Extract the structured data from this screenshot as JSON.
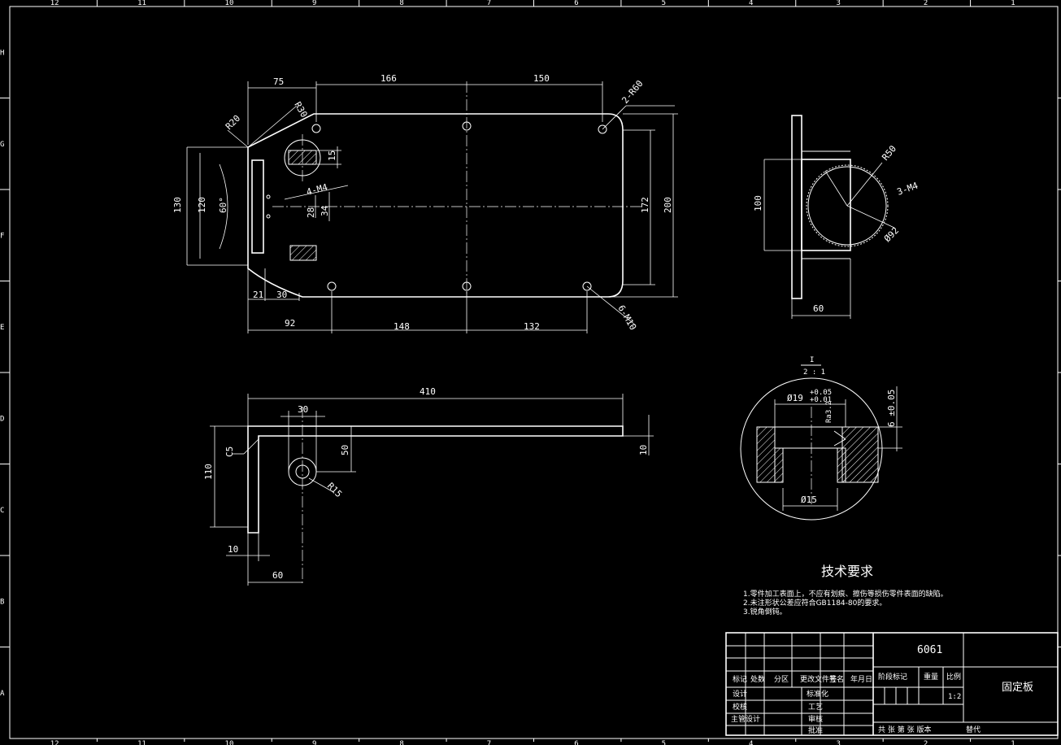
{
  "frame": {
    "top_zones": [
      "12",
      "11",
      "10",
      "9",
      "8",
      "7",
      "6",
      "5",
      "4",
      "3",
      "2",
      "1"
    ],
    "bottom_zones": [
      "12",
      "11",
      "10",
      "9",
      "8",
      "7",
      "6",
      "5",
      "4",
      "3",
      "2",
      "1"
    ],
    "side_zones": [
      "H",
      "G",
      "F",
      "E",
      "D",
      "C",
      "B",
      "A"
    ]
  },
  "plan_view": {
    "dims": {
      "d75": "75",
      "d166": "166",
      "d150": "150",
      "r30": "R30",
      "r20": "R20",
      "hole2": "2-R60",
      "d130": "130",
      "d120": "120",
      "ang60": "60°",
      "d15": "15",
      "tap4": "4-M4",
      "d28": "28",
      "d34": "34",
      "d172": "172",
      "d200": "200",
      "d21": "21",
      "d30": "30",
      "d92": "92",
      "d148": "148",
      "d132": "132",
      "tap6": "6-M10"
    }
  },
  "side_view": {
    "dims": {
      "r50": "R50",
      "d100": "100",
      "tap3": "3-M4",
      "phi92": "Ø92",
      "d60": "60"
    }
  },
  "section_view": {
    "dims": {
      "d410": "410",
      "d30": "30",
      "c5": "C5",
      "d110": "110",
      "d50": "50",
      "d10r": "10",
      "r15": "R15",
      "d10": "10",
      "d60": "60"
    }
  },
  "detail_view": {
    "label_top": "I",
    "label_bottom": "2 : 1",
    "phi19": "Ø19",
    "tol_up": "+0.05",
    "tol_dn": "+0.01",
    "rough": "Ra3.2",
    "phi15": "Ø15",
    "depth": "6 ±0.05"
  },
  "tech_req": {
    "title": "技术要求",
    "items": [
      "1.零件加工表面上，不应有划痕、擦伤等损伤零件表面的缺陷。",
      "2.未注形状公差应符合GB1184-80的要求。",
      "3.锐角倒钝。"
    ]
  },
  "title_block": {
    "material": "6061",
    "part_name": "固定板",
    "scale": "1:2",
    "hdr_labels": [
      "标记",
      "处数",
      "分区",
      "更改文件号",
      "签名",
      "年月日"
    ],
    "role_labels": [
      "设计",
      "校核",
      "主管设计"
    ],
    "std_labels": [
      "标准化",
      "工艺",
      "审核",
      "批准"
    ],
    "stage_labels": [
      "阶段标记",
      "重量",
      "比例"
    ],
    "sheet_line": "共 张 第 张 版本",
    "replace": "替代"
  }
}
